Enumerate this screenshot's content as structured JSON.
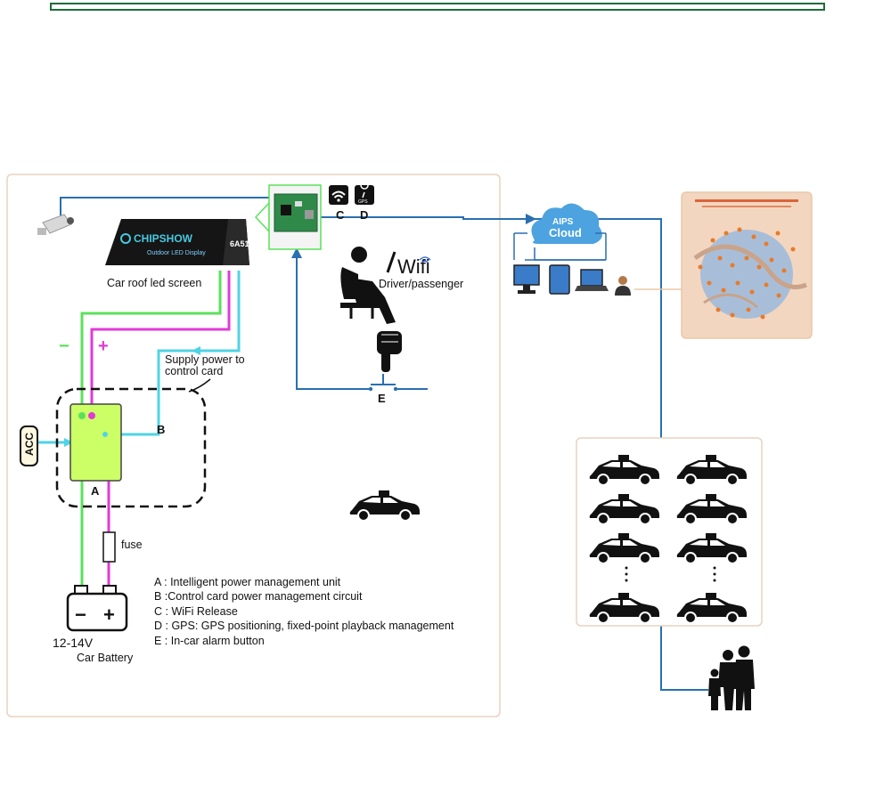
{
  "labels": {
    "car_roof_screen": "Car roof led screen",
    "screen_brand": "CHIPSHOW",
    "screen_tagline": "Outdoor LED Display",
    "screen_side": "6A51",
    "driver_passenger": "Driver/passenger",
    "wifi": "Wifi",
    "supply_power_line1": "Supply power to",
    "supply_power_line2": "control card",
    "acc": "ACC",
    "node_a": "A",
    "node_b": "B",
    "node_c": "C",
    "node_d": "D",
    "node_e": "E",
    "gps_badge": "GPS",
    "minus": "−",
    "plus": "+",
    "fuse": "fuse",
    "battery_minus": "−",
    "battery_plus": "+",
    "battery_voltage": "12-14V",
    "battery_label": "Car Battery",
    "cloud_line1": "AIPS",
    "cloud_line2": "Cloud"
  },
  "legend": [
    "A : Intelligent power management unit",
    "B :Control card power management circuit",
    "C : WiFi Release",
    "D : GPS: GPS positioning, fixed-point playback management",
    "E : In-car alarm button"
  ],
  "colors": {
    "frame_green": "#1f6b3a",
    "panel_border": "#e8d2bf",
    "wire_green": "#5be05b",
    "wire_magenta": "#e23ad6",
    "wire_cyan": "#4fd3e6",
    "wire_blue": "#2a6fb0",
    "unit_fill": "#ccff66",
    "cloud_fill": "#4da3e0",
    "map_fill": "#f3d6bf"
  },
  "icons": [
    "camera-icon",
    "wifi-icon",
    "gps-icon",
    "passenger-seat-icon",
    "hand-press-icon",
    "alarm-button-icon",
    "cloud-icon",
    "desktop-icon",
    "tablet-icon",
    "laptop-icon",
    "user-icon",
    "taxi-icon",
    "family-icon",
    "map-thumbnail"
  ]
}
